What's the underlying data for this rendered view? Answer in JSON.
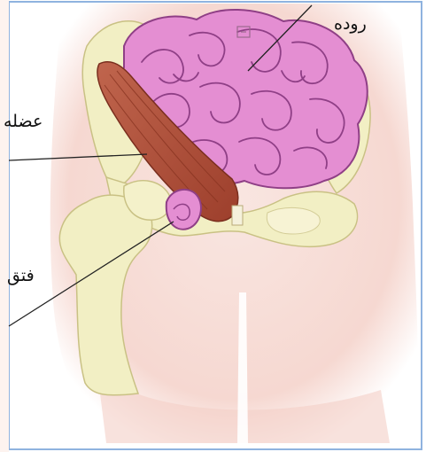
{
  "labels": {
    "intestine": "روده",
    "muscle": "عضله",
    "hernia": "فتق"
  },
  "colors": {
    "skin": "#f7dcd6",
    "frame_border": "#8fb3df",
    "intestine_fill": "#e48ed2",
    "intestine_outline": "#8f3f86",
    "muscle_fill": "#b9553f",
    "bone_fill": "#f2efc4",
    "bone_outline": "#c9c184",
    "leader_line": "#222222"
  },
  "icons": {
    "small_glyph": "bracket-glyph"
  }
}
